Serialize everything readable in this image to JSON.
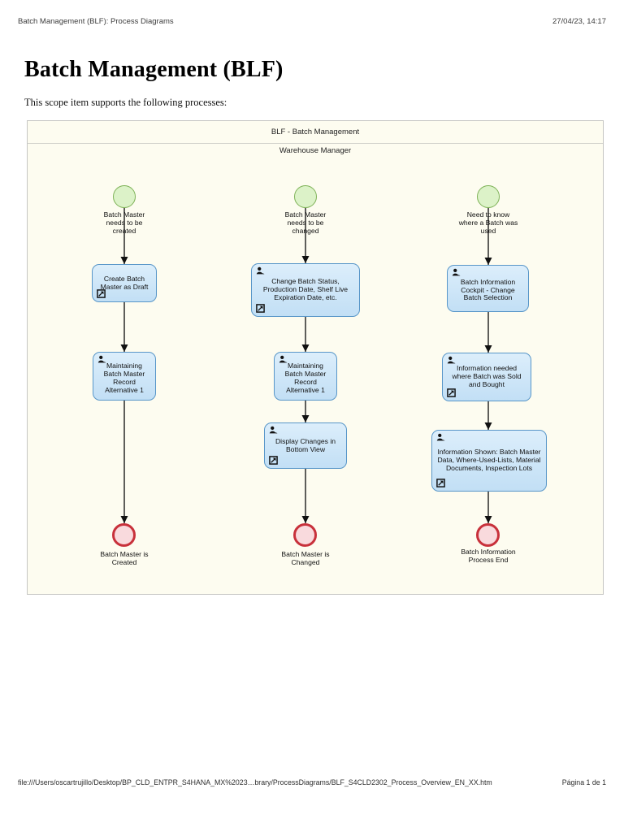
{
  "page": {
    "header": {
      "title": "Batch Management (BLF): Process Diagrams",
      "datetime": "27/04/23, 14:17"
    },
    "doc_title": "Batch Management (BLF)",
    "intro": "This scope item supports the following processes:",
    "footer": {
      "file_url": "file:///Users/oscartrujillo/Desktop/BP_CLD_ENTPR_S4HANA_MX%2023…brary/ProcessDiagrams/BLF_S4CLD2302_Process_Overview_EN_XX.htm",
      "page_number": "Página 1 de 1"
    }
  },
  "diagram": {
    "pool_title": "BLF - Batch Management",
    "lane_title": "Warehouse Manager",
    "colors": {
      "canvas_background": "#FDFCF0",
      "task_fill": "#C9E3F7",
      "task_border": "#5896C8",
      "start_event_fill": "#DCF2C8",
      "start_event_border": "#7EB257",
      "end_event_fill": "#F9DADD",
      "end_event_border": "#C8313B",
      "arrow": "#1a1a1a"
    },
    "flows": [
      {
        "start_label": "Batch Master needs to be created",
        "tasks": [
          {
            "label": "Create Batch Master as Draft",
            "icons": [
              "link-icon"
            ]
          },
          {
            "label": "Maintaining Batch Master Record Alternative 1",
            "icons": [
              "person-icon"
            ]
          }
        ],
        "end_label": "Batch Master is Created"
      },
      {
        "start_label": "Batch Master needs to be changed",
        "tasks": [
          {
            "label": "Change Batch Status, Production Date, Shelf Live Expiration Date, etc.",
            "icons": [
              "person-icon",
              "link-icon"
            ]
          },
          {
            "label": "Maintaining Batch Master Record Alternative 1",
            "icons": [
              "person-icon"
            ]
          },
          {
            "label": "Display Changes in Bottom View",
            "icons": [
              "person-icon",
              "link-icon"
            ]
          }
        ],
        "end_label": "Batch Master is Changed"
      },
      {
        "start_label": "Need to know where a Batch was used",
        "tasks": [
          {
            "label": "Batch Information Cockpit - Change Batch Selection",
            "icons": [
              "person-icon"
            ]
          },
          {
            "label": "Information needed where Batch was Sold and Bought",
            "icons": [
              "person-icon",
              "link-icon"
            ]
          },
          {
            "label": "Information Shown: Batch Master Data, Where-Used-Lists, Material Documents, Inspection Lots",
            "icons": [
              "person-icon",
              "link-icon"
            ]
          }
        ],
        "end_label": "Batch Information Process End"
      }
    ]
  }
}
